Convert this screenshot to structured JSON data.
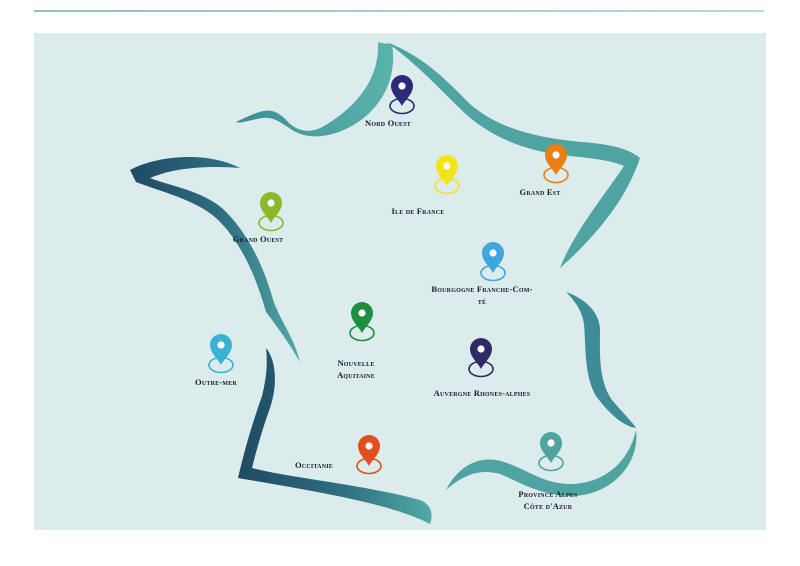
{
  "colors": {
    "background": "#dcecec",
    "outline_dark": "#1f4a63",
    "outline_light": "#4fa3a0"
  },
  "map": {
    "regions": [
      {
        "id": "nord-ouest",
        "lines": [
          "Nord Ouest"
        ],
        "color": "#2d2a7a"
      },
      {
        "id": "grand-est",
        "lines": [
          "Grand Est"
        ],
        "color": "#e88012"
      },
      {
        "id": "ile-de-france",
        "lines": [
          "Ile de France"
        ],
        "color": "#f2e31a"
      },
      {
        "id": "grand-ouest",
        "lines": [
          "Grand Ouest"
        ],
        "color": "#8ab92a"
      },
      {
        "id": "bourgogne",
        "lines": [
          "Bourgogne Franche-Com-",
          "té"
        ],
        "color": "#3fa6df"
      },
      {
        "id": "nouvelle-aquitaine",
        "lines": [
          "Nouvelle",
          "Aquitaine"
        ],
        "color": "#1e8f3e"
      },
      {
        "id": "outre-mer",
        "lines": [
          "Outre-mer"
        ],
        "color": "#3ab3d3"
      },
      {
        "id": "auvergne",
        "lines": [
          "Auvergne Rhones-alphes"
        ],
        "color": "#2f2a66"
      },
      {
        "id": "occitanie",
        "lines": [
          "Occitanie"
        ],
        "color": "#e24f1f"
      },
      {
        "id": "paca",
        "lines": [
          "Province Alpes",
          "Côte d'Azur"
        ],
        "color": "#4fa3a0"
      }
    ]
  }
}
